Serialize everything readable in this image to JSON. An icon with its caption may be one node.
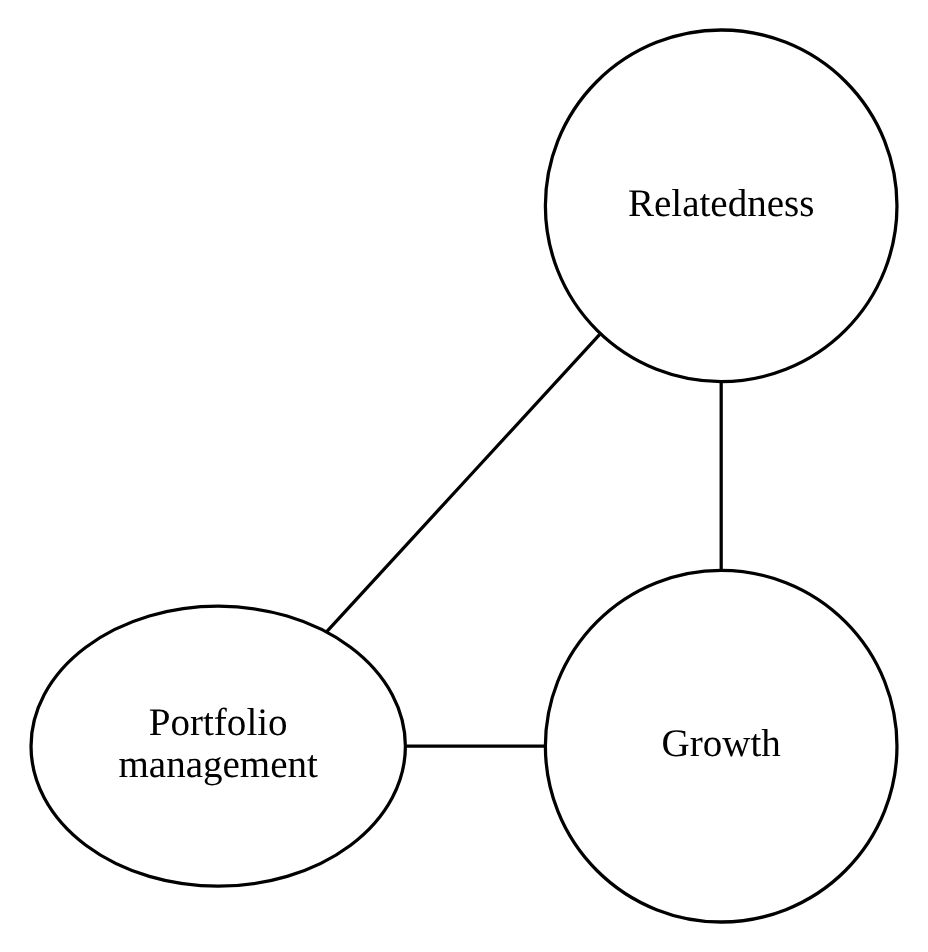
{
  "diagram": {
    "nodes": [
      {
        "text": [
          "Relatedness"
        ]
      },
      {
        "text": [
          "Portfolio management"
        ]
      },
      {
        "text": [
          "Growth"
        ]
      }
    ],
    "edges": [
      {
        "from": 0,
        "to": 1,
        "arrow": "none"
      },
      {
        "from": 0,
        "to": 2,
        "arrow": "none"
      },
      {
        "from": 1,
        "to": 2,
        "arrow": "none"
      }
    ]
  }
}
